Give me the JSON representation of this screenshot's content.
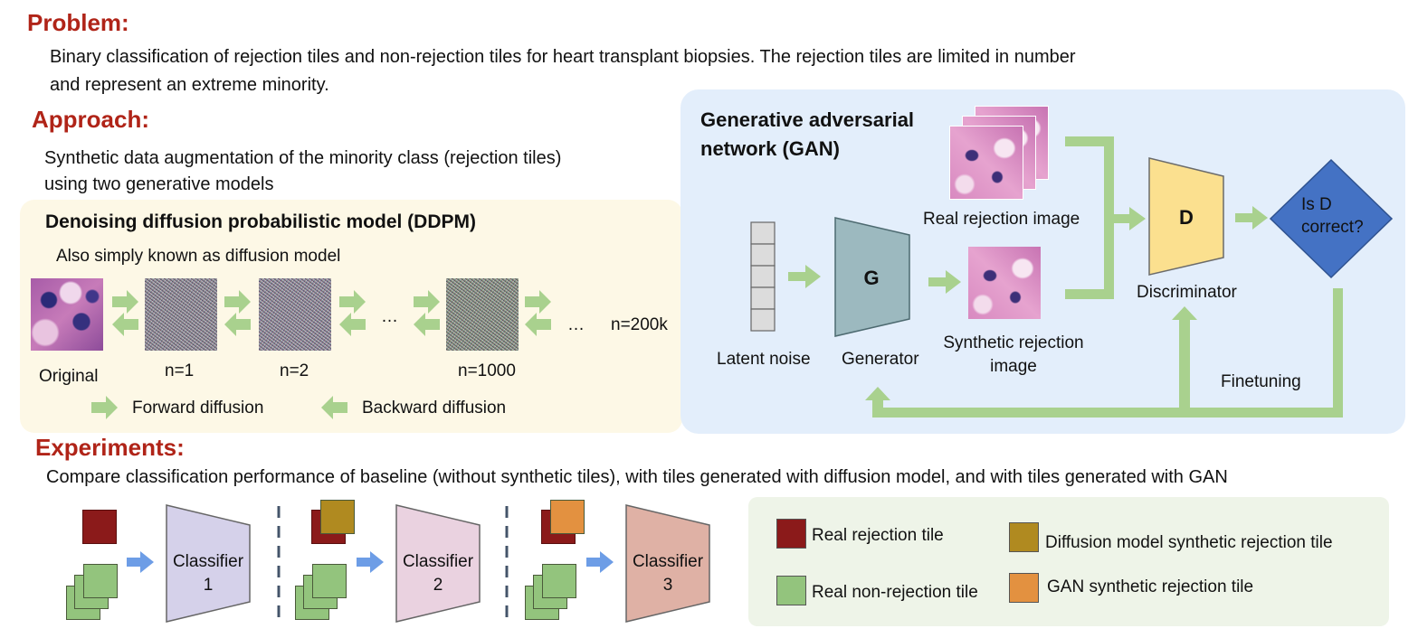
{
  "problem": {
    "heading": "Problem:",
    "line1": "Binary classification of rejection tiles and non-rejection tiles for heart transplant biopsies. The rejection tiles are limited in number",
    "line2": "and represent an extreme minority."
  },
  "approach": {
    "heading": "Approach:",
    "line1": "Synthetic data augmentation of the minority class (rejection tiles)",
    "line2": "using two generative models"
  },
  "ddpm": {
    "title": "Denoising diffusion probabilistic model (DDPM)",
    "subtitle": "Also simply known as diffusion model",
    "steps": [
      "Original",
      "n=1",
      "n=2",
      "n=1000"
    ],
    "ellipsis": "…",
    "final_step": "n=200k",
    "legend_forward": "Forward diffusion",
    "legend_backward": "Backward diffusion"
  },
  "gan": {
    "title_line1": "Generative adversarial",
    "title_line2": "network (GAN)",
    "latent_noise": "Latent noise",
    "generator_letter": "G",
    "generator": "Generator",
    "real_image": "Real rejection image",
    "synthetic_line1": "Synthetic rejection",
    "synthetic_line2": "image",
    "discriminator_letter": "D",
    "discriminator": "Discriminator",
    "decision_line1": "Is D",
    "decision_line2": "correct?",
    "finetuning": "Finetuning"
  },
  "experiments": {
    "heading": "Experiments:",
    "description": "Compare classification performance of baseline (without synthetic tiles), with tiles generated with diffusion model, and with tiles generated with GAN",
    "classifier_word": "Classifier",
    "classifiers": [
      "1",
      "2",
      "3"
    ]
  },
  "legend": {
    "real_rejection": "Real rejection tile",
    "real_non_rejection": "Real non-rejection tile",
    "diffusion_synthetic": "Diffusion model synthetic rejection tile",
    "gan_synthetic": "GAN synthetic rejection tile"
  },
  "colors": {
    "heading": "#b02418",
    "ddpm_panel": "#fdf8e6",
    "gan_panel": "#e3eefb",
    "legend_panel": "#eef4e8",
    "arrow_green": "#a9d18e",
    "arrow_blue": "#6d9de6",
    "generator": "#9cb9bf",
    "discriminator": "#fbe08f",
    "decision": "#4472c4",
    "real_rejection": "#8b1a1a",
    "non_rejection": "#93c47d",
    "diffusion_tile": "#b08a20",
    "gan_tile": "#e39140",
    "classifier1": "#d5d1ea",
    "classifier2": "#ead2e0",
    "classifier3": "#dfb1a5"
  }
}
